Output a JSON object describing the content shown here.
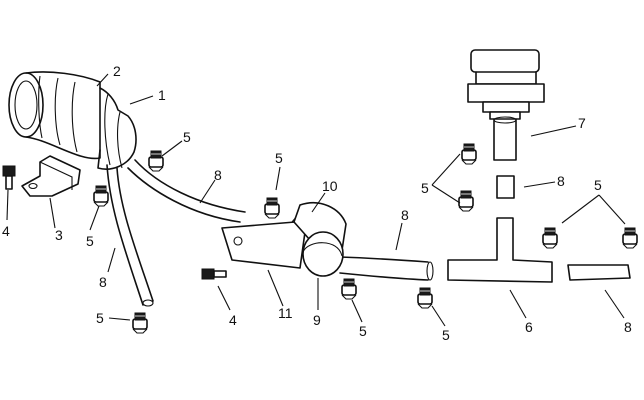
{
  "diagram": {
    "callouts": {
      "c1": "1",
      "c2": "2",
      "c3": "3",
      "c4a": "4",
      "c4b": "4",
      "c5a": "5",
      "c5b": "5",
      "c5c": "5",
      "c5d": "5",
      "c5e": "5",
      "c5f": "5",
      "c5g": "5",
      "c5h": "5",
      "c6": "6",
      "c7": "7",
      "c8a": "8",
      "c8b": "8",
      "c8c": "8",
      "c8d": "8",
      "c8e": "8",
      "c9": "9",
      "c10": "10",
      "c11": "11"
    }
  }
}
